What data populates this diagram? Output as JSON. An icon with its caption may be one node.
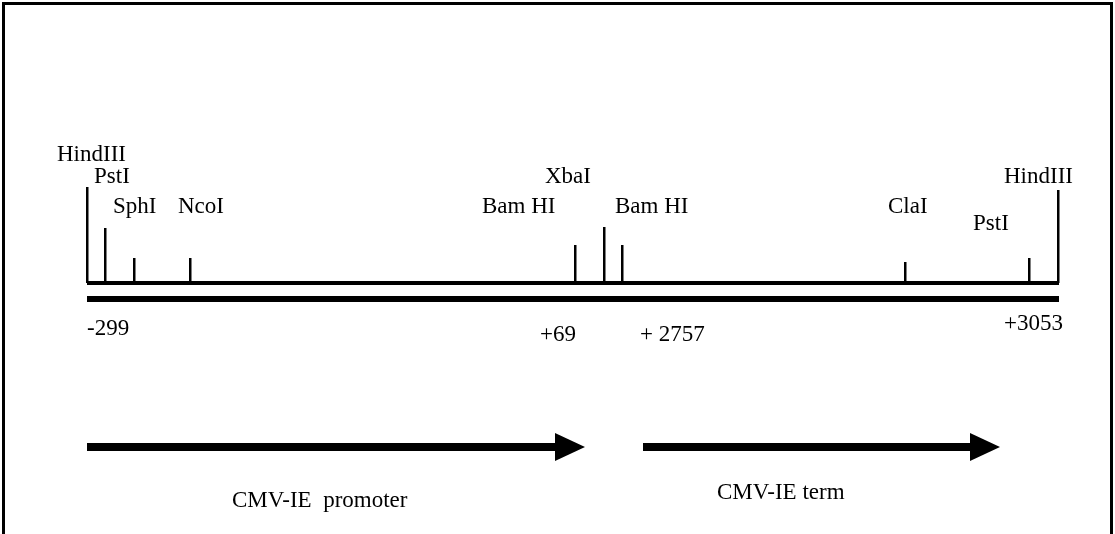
{
  "diagram": {
    "labels": [
      "HindIII",
      "PstI",
      "XbaI",
      "HindIII",
      "SphI",
      "NcoI",
      "Bam HI",
      "Bam HI",
      "ClaI",
      "PstI",
      "-299",
      "+69",
      "+ 2757",
      "+3053",
      "CMV-IE  promoter",
      "CMV-IE term"
    ]
  }
}
